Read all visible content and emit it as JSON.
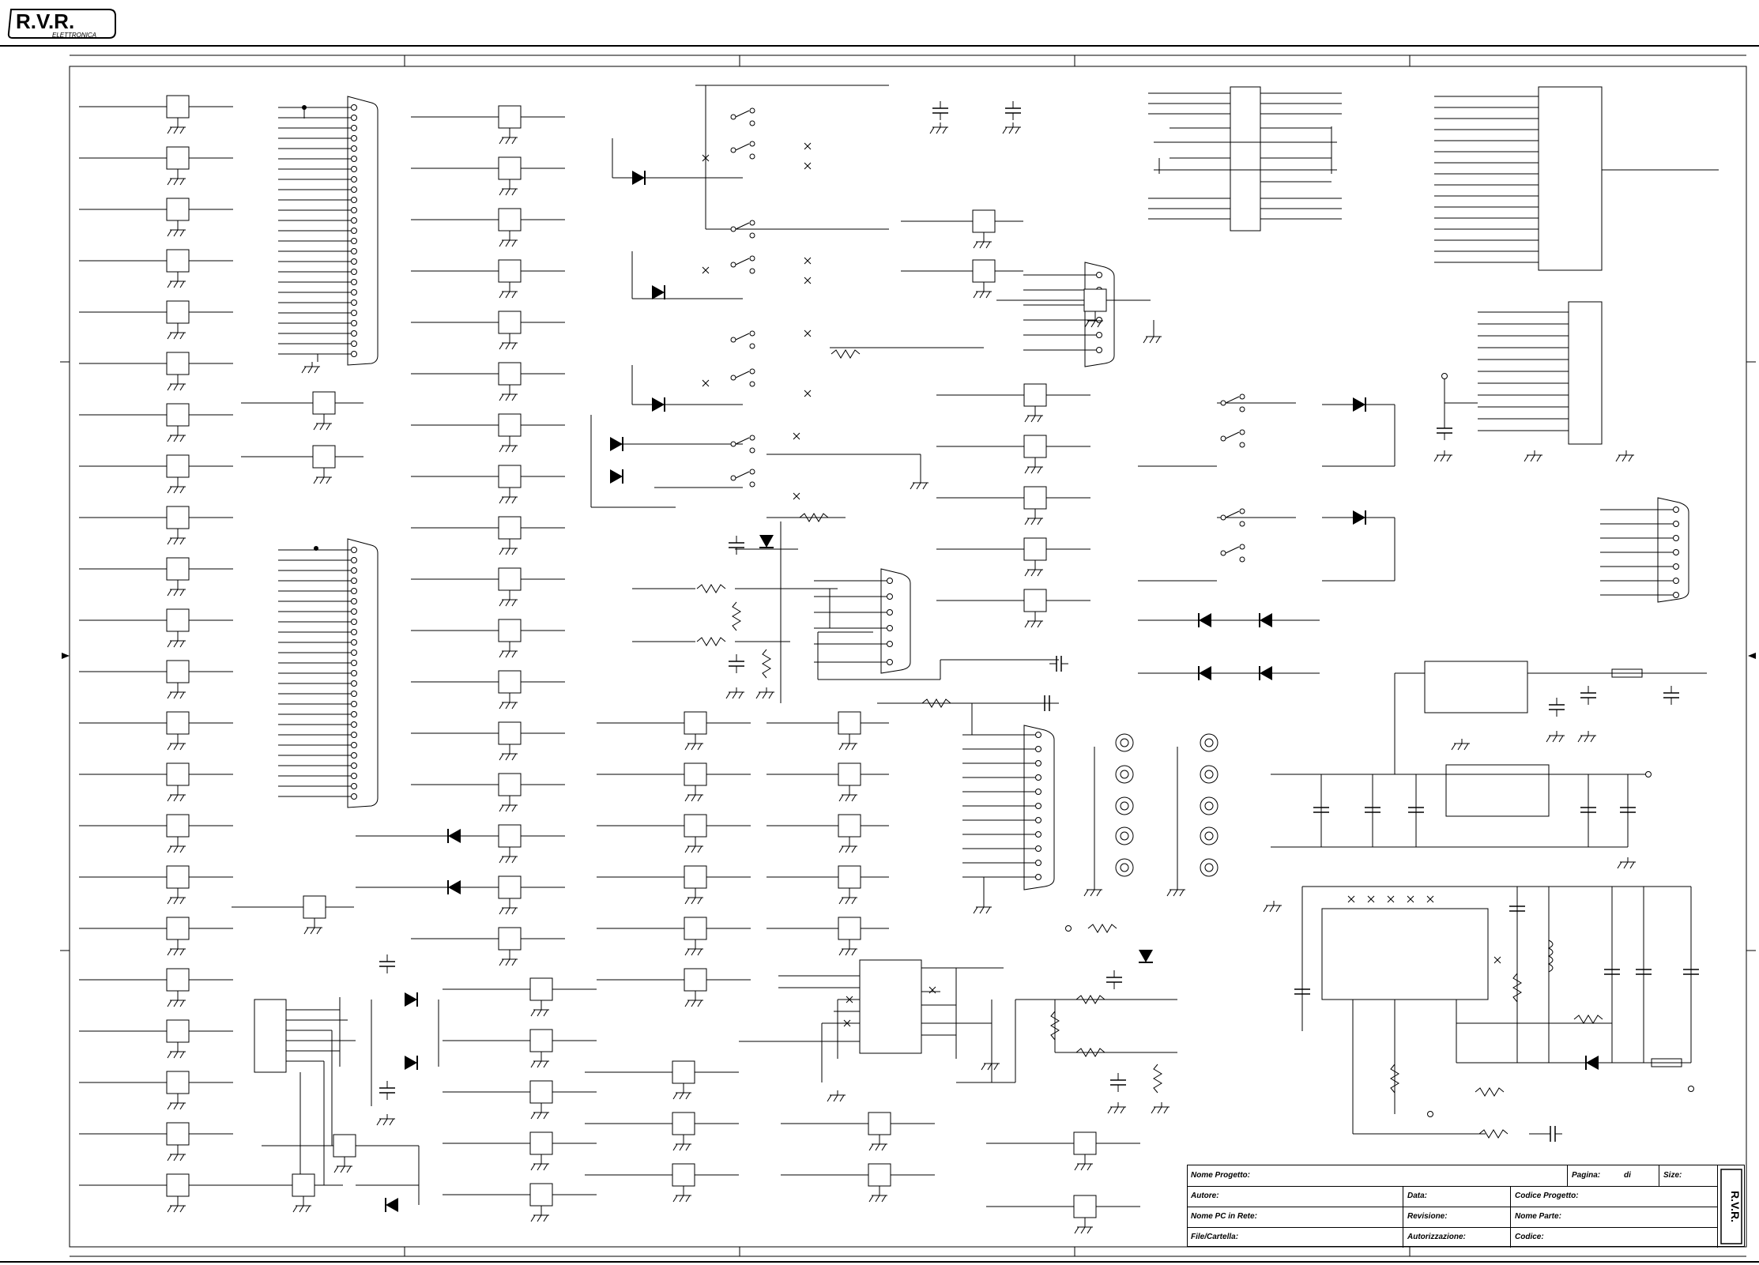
{
  "brand": {
    "logo_text": "R.V.R.",
    "logo_subtext": "ELETTRONICA"
  },
  "title_block": {
    "progetto_label": "Nome Progetto:",
    "pagina_label": "Pagina:",
    "di_label": "di",
    "size_label": "Size:",
    "autore_label": "Autore:",
    "data_label": "Data:",
    "codice_progetto_label": "Codice Progetto:",
    "nome_pc_label": "Nome PC in Rete:",
    "revisione_label": "Revisione:",
    "nome_parte_label": "Nome Parte:",
    "file_label": "File/Cartella:",
    "autorizzazione_label": "Autorizzazione:",
    "codice_label": "Codice:"
  }
}
